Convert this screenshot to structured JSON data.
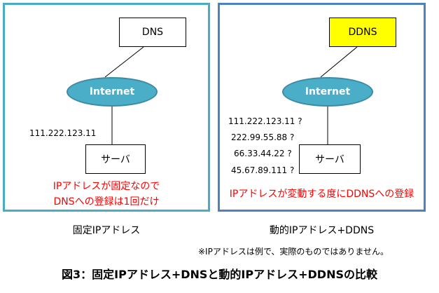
{
  "panel_left": {
    "border_color": "#4bacc6",
    "dns_label": "DNS",
    "internet_label": "Internet",
    "ip": "111.222.123.11",
    "server_label": "サーバ",
    "note_line1": "IPアドレスが固定なので",
    "note_line2": "DNSへの登録は1回だけ",
    "caption": "固定IPアドレス"
  },
  "panel_right": {
    "border_color": "#4f81bd",
    "ddns_label": "DDNS",
    "ddns_fill": "#ffff00",
    "internet_label": "Internet",
    "ips": [
      "111.222.123.11 ?",
      "222.99.55.88 ?",
      "66.33.44.22 ?",
      "45.67.89.111 ?"
    ],
    "server_label": "サーバ",
    "note": "IPアドレスが変動する度にDDNSへの登録",
    "caption": "動的IPアドレス+DDNS"
  },
  "footnote": "※IPアドレスは例で、実際のものではありません。",
  "figure_title": "図3：固定IPアドレス+DNSと動的IPアドレス+DDNSの比較",
  "colors": {
    "internet_fill": "#4aaec9",
    "note_red": "#ff0000"
  }
}
